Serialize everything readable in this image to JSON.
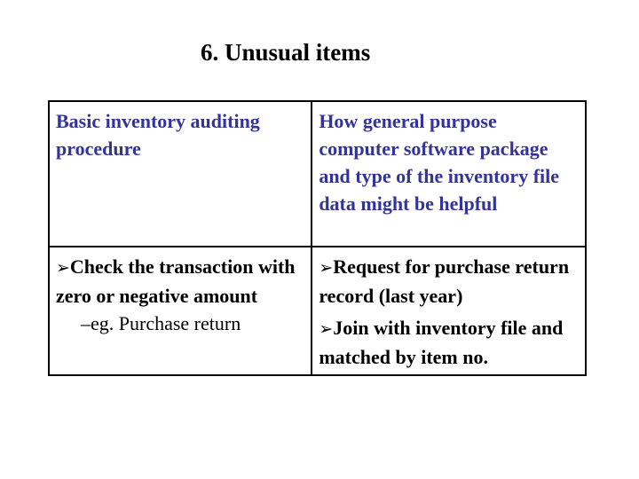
{
  "title": "6. Unusual items",
  "table": {
    "header": {
      "left": "Basic inventory auditing procedure",
      "right": "How general purpose computer software package and type of the inventory file data might be helpful"
    },
    "body": {
      "left_bullets": [
        {
          "text": "Check the transaction with zero or negative amount",
          "sub": "–eg. Purchase return"
        }
      ],
      "right_bullets": [
        {
          "text": "Request for purchase return record (last year)"
        },
        {
          "text": "Join with inventory file and matched by item no."
        }
      ]
    }
  },
  "colors": {
    "header_text": "#33339a",
    "body_text": "#000000"
  },
  "icons": {
    "bullet": "arrow-right-icon"
  }
}
